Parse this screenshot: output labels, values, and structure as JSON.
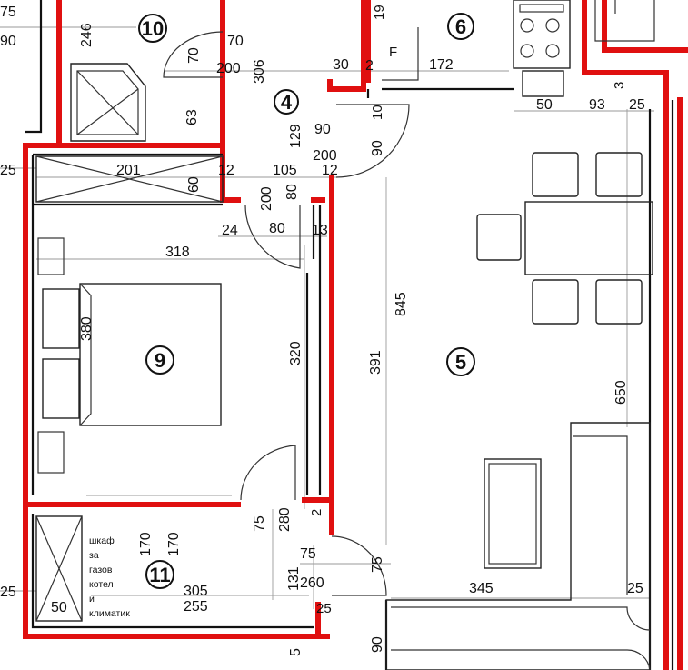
{
  "rooms": [
    {
      "id": "room-4",
      "label": "4"
    },
    {
      "id": "room-5",
      "label": "5"
    },
    {
      "id": "room-6",
      "label": "6"
    },
    {
      "id": "room-9",
      "label": "9"
    },
    {
      "id": "room-10",
      "label": "10"
    },
    {
      "id": "room-11",
      "label": "11"
    }
  ],
  "dimensions": {
    "d75_edge": "75",
    "d90_edge": "90",
    "d246": "246",
    "d70_top": "70",
    "d70_left": "70",
    "d200_top": "200",
    "d306": "306",
    "d63": "63",
    "d30": "30",
    "d2_top": "2",
    "d19": "19",
    "d172": "172",
    "d50_top": "50",
    "d93": "93",
    "d25_topright": "25",
    "d3": "3",
    "d10": "10",
    "d129": "129",
    "d90_mid": "90",
    "d200_mid": "200",
    "d90_door": "90",
    "d25_left": "25",
    "d201": "201",
    "d60": "60",
    "d12_a": "12",
    "d105": "105",
    "d12_b": "12",
    "d200_vert": "200",
    "d80_vert": "80",
    "d24": "24",
    "d80_horiz": "80",
    "d13": "13",
    "d318": "318",
    "d845": "845",
    "d380": "380",
    "d320": "320",
    "d391": "391",
    "d650": "650",
    "d75_mid": "75",
    "d280": "280",
    "d2_mid": "2",
    "d170_a": "170",
    "d170_b": "170",
    "d75_lower": "75",
    "d131": "131",
    "d260": "260",
    "d75_door_lower": "75",
    "d345": "345",
    "d25_lower_right": "25",
    "d305": "305",
    "d255": "255",
    "d25_left_lower": "25",
    "d50_closet": "50",
    "d25_small": "25",
    "d90_bottom": "90",
    "d5_bottom": "5"
  },
  "labels": {
    "fridge_mark": "F",
    "closet_note": [
      "шкаф",
      "за",
      "газов",
      "котел",
      "и",
      "климатик"
    ]
  }
}
